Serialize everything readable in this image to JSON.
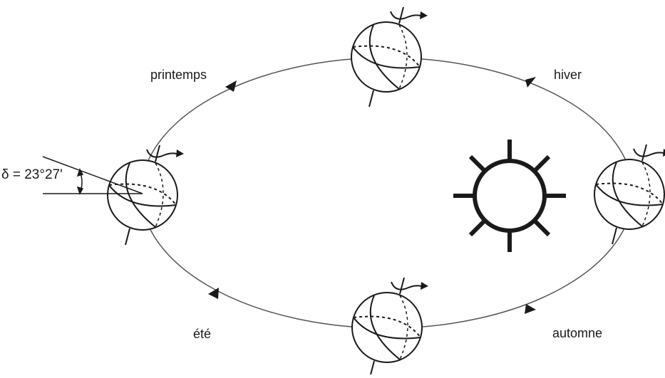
{
  "seasons": {
    "spring": "printemps",
    "winter": "hiver",
    "summer": "été",
    "autumn": "automne"
  },
  "tilt_label": "δ = 23°27'",
  "colors": {
    "ink": "#1a1a1a",
    "orbit": "#555555",
    "background": "#ffffff"
  },
  "icons": {
    "sun": "sun-icon",
    "earth": "earth-globe-icon",
    "rotation": "rotation-arrow-icon",
    "direction": "direction-arrowhead-icon"
  }
}
